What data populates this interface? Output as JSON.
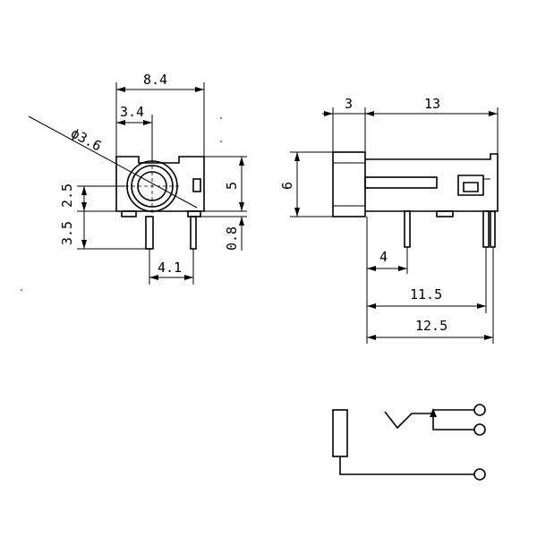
{
  "front_view": {
    "width_label": "8.4",
    "center_offset_label": "3.4",
    "bore_diameter_label": "ϕ3.6",
    "center_height_label": "2.5",
    "pin_length_label": "3.5",
    "body_height_label": "5",
    "standoff_label": "0.8",
    "pin_spacing_label": "4.1"
  },
  "side_view": {
    "collar_length_label": "3",
    "body_length_label": "13",
    "collar_height_label": "6",
    "pin1_offset_label": "4",
    "pin2_offset_label": "11.5",
    "pin3_offset_label": "12.5"
  }
}
